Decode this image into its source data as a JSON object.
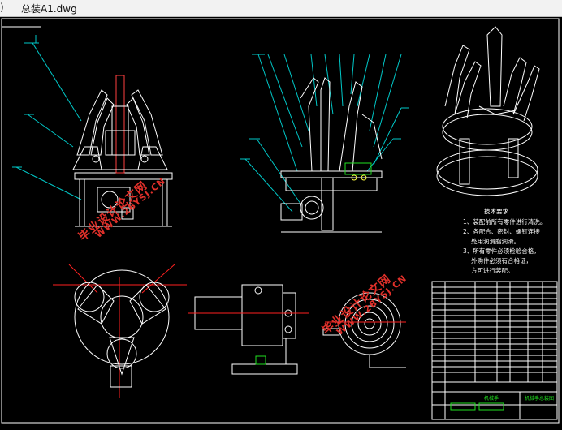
{
  "window": {
    "tab_prev_glyph": ")",
    "file_title": "总装A1.dwg"
  },
  "drawing": {
    "tech_requirements_title": "技术要求",
    "tech_requirements": [
      "1、装配前所有零件进行清洗。",
      "2、各配合、密封、螺钉连接",
      "处用润滑脂润滑。",
      "3、所有零件必须检验合格，",
      "外购件必须有合格证，",
      "方可进行装配。"
    ],
    "title_block_name": "机械手",
    "title_block_code": "机械手总装图"
  },
  "watermarks": {
    "site_name": "毕业设计论文网",
    "site_url": "WWW.2BYSJ.CN"
  },
  "colors": {
    "background": "#000000",
    "line_white": "#ffffff",
    "line_cyan": "#00c8c8",
    "line_red": "#ff2020",
    "line_green": "#20e020",
    "watermark": "#e0302a"
  }
}
